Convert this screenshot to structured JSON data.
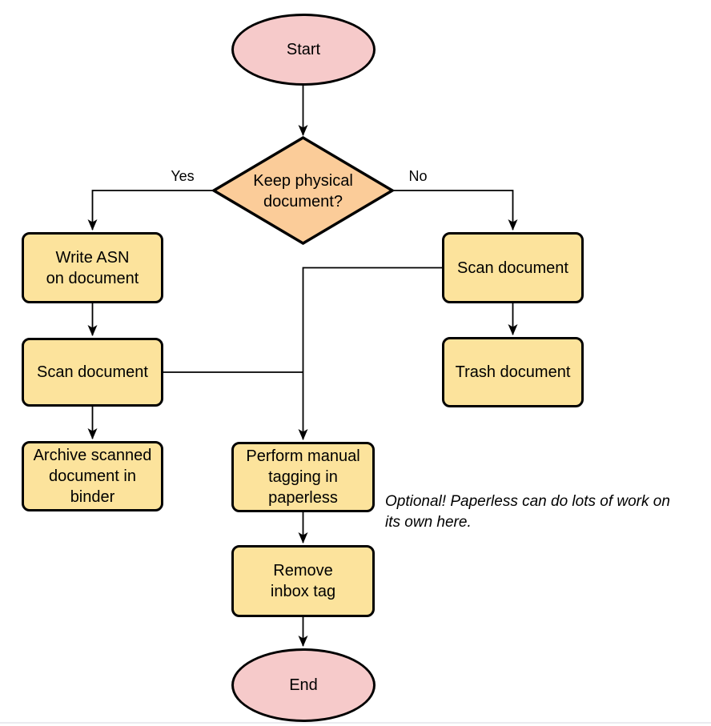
{
  "colors": {
    "terminal": "#f6caca",
    "decision": "#fbcc99",
    "process": "#fce39c",
    "stroke": "#000000",
    "line": "#000000",
    "page_edge": "#eaeaef"
  },
  "nodes": {
    "start": "Start",
    "decision": "Keep physical\ndocument?",
    "write_asn": "Write ASN\non document",
    "scan_left": "Scan document",
    "archive": "Archive scanned\ndocument in\nbinder",
    "scan_right": "Scan document",
    "trash": "Trash document",
    "tagging": "Perform manual\ntagging in\npaperless",
    "remove_inbox": "Remove\ninbox tag",
    "end": "End"
  },
  "edge_labels": {
    "yes": "Yes",
    "no": "No"
  },
  "annotation": "Optional! Paperless can do lots of work on\nits own here."
}
